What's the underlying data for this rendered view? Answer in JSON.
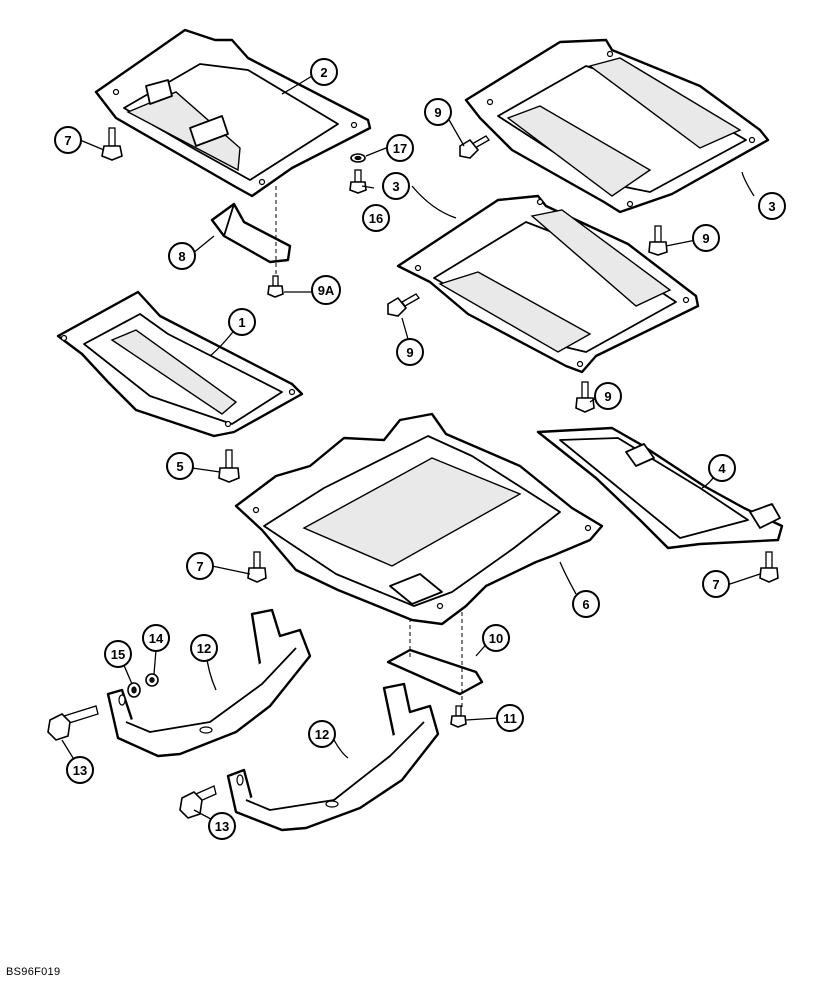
{
  "drawing_code": "BS96F019",
  "callouts": {
    "c1": "1",
    "c2": "2",
    "c3a": "3",
    "c3b": "3",
    "c4": "4",
    "c5": "5",
    "c6": "6",
    "c7a": "7",
    "c7b": "7",
    "c7c": "7",
    "c8": "8",
    "c9a": "9",
    "c9b": "9",
    "c9c": "9",
    "c9d": "9",
    "c9A": "9A",
    "c10": "10",
    "c11": "11",
    "c12a": "12",
    "c12b": "12",
    "c13a": "13",
    "c13b": "13",
    "c14": "14",
    "c15": "15",
    "c16": "16",
    "c17": "17"
  }
}
